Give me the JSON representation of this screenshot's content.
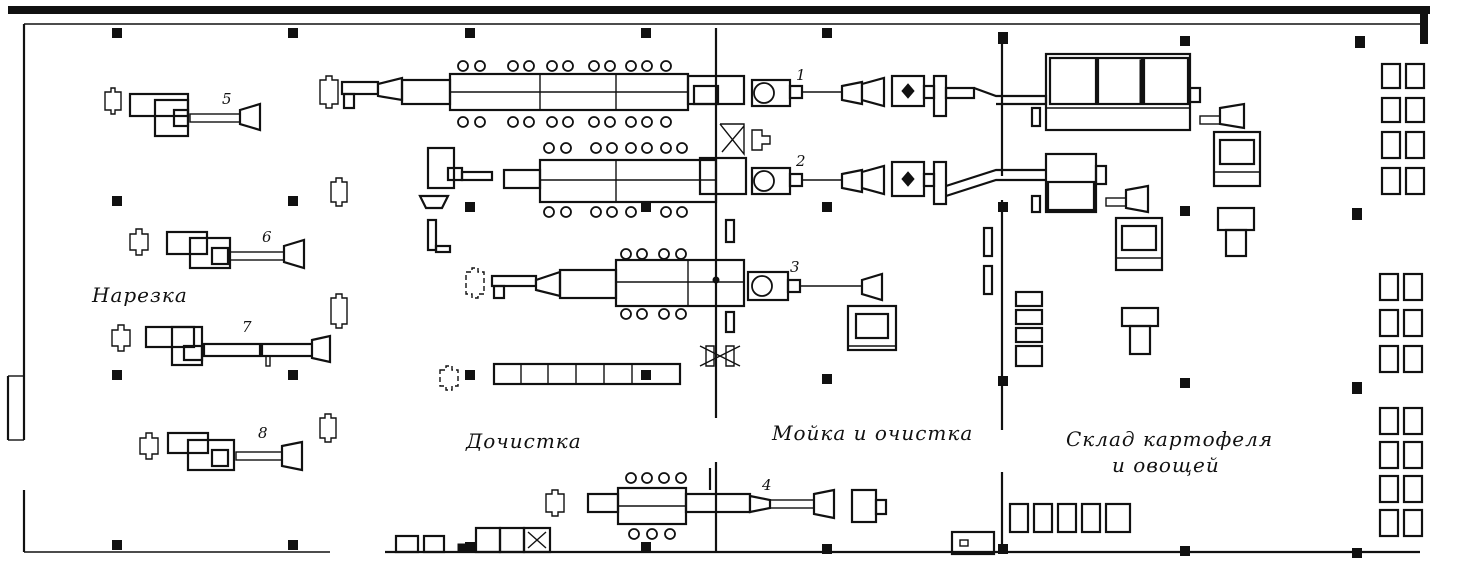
{
  "zones": {
    "cutting": "Нарезка",
    "finishing": "Дочистка",
    "washing": "Мойка и очистка",
    "storage_line1": "Склад картофеля",
    "storage_line2": "и овощей"
  },
  "line_numbers": [
    "1",
    "2",
    "3",
    "4",
    "5",
    "6",
    "7",
    "8"
  ]
}
